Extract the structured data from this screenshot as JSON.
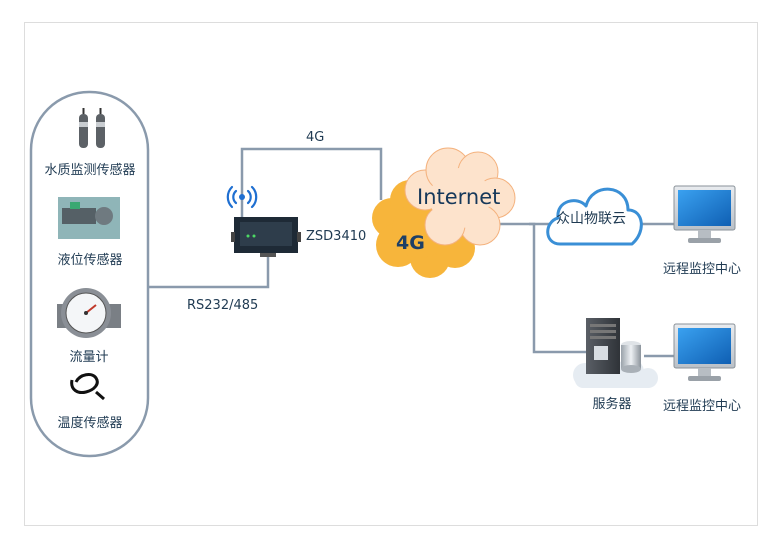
{
  "diagram": {
    "sensors": [
      {
        "id": "water-quality",
        "label": "水质监测传感器",
        "icon": "water-quality-probe-icon"
      },
      {
        "id": "level",
        "label": "液位传感器",
        "icon": "level-sensor-icon"
      },
      {
        "id": "flow",
        "label": "流量计",
        "icon": "flow-meter-icon"
      },
      {
        "id": "temperature",
        "label": "温度传感器",
        "icon": "temperature-probe-icon"
      }
    ],
    "gateway": {
      "model": "ZSD3410",
      "icon": "router-gateway-icon"
    },
    "links": {
      "sensor_to_gateway": "RS232/485",
      "gateway_to_internet": "4G"
    },
    "network": {
      "internet": "Internet",
      "cellular": "4G"
    },
    "cloud_platform": {
      "label": "众山物联云",
      "icon": "cloud-icon"
    },
    "server": {
      "label": "服务器",
      "icon": "server-icon"
    },
    "monitor_top": {
      "label": "远程监控中心",
      "icon": "monitor-icon"
    },
    "monitor_bottom": {
      "label": "远程监控中心",
      "icon": "monitor-icon"
    },
    "colors": {
      "line": "#8a9aac",
      "orange_cloud": "#f7b53b",
      "peach_cloud": "#fde3cc",
      "cloud_stroke": "#3a8fd6",
      "screen_blue": "#1f7fd8"
    }
  }
}
